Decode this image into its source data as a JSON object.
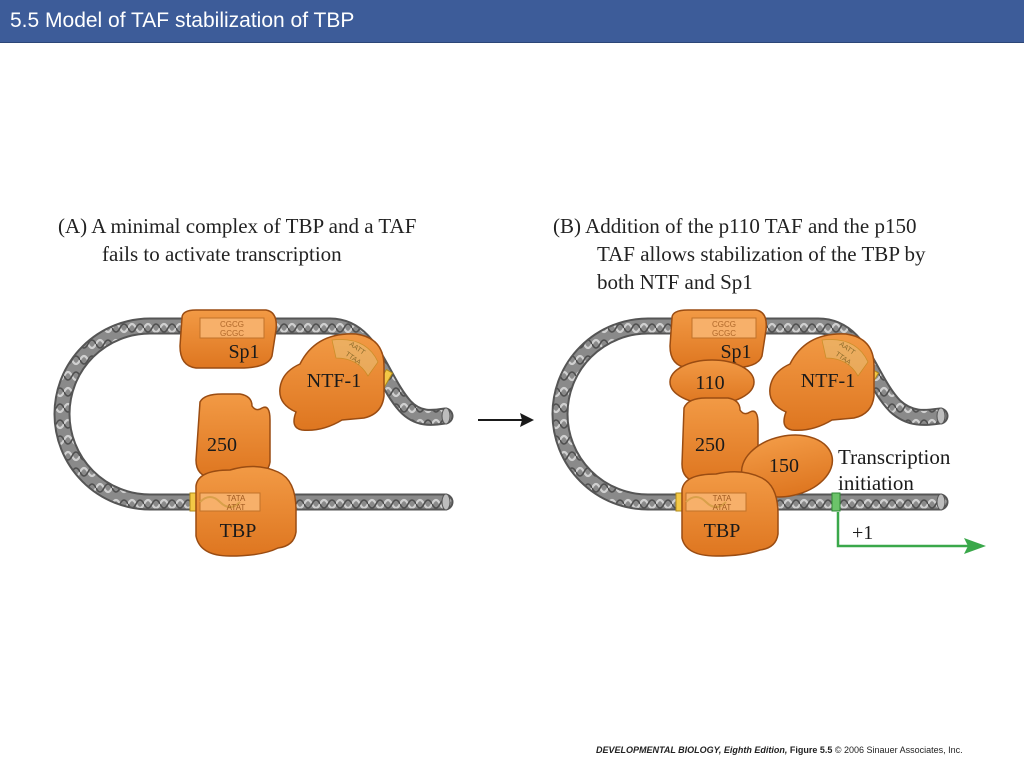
{
  "header": {
    "title": "5.5  Model of TAF stabilization of TBP"
  },
  "panel_a": {
    "caption_line1": "(A)  A minimal complex of TBP and a TAF",
    "caption_line2": "fails to activate transcription",
    "labels": {
      "sp1": "Sp1",
      "ntf1": "NTF-1",
      "taf250": "250",
      "tbp": "TBP",
      "gc_box_top": "CGCG",
      "gc_box_bottom": "GCGC",
      "at_box_top": "AATT",
      "at_box_bottom": "TTAA",
      "tata_top": "TATA",
      "tata_bottom": "ATAT"
    }
  },
  "panel_b": {
    "caption_line1": "(B)  Addition of the p110 TAF and the p150",
    "caption_line2": "TAF allows stabilization of the TBP by",
    "caption_line3": "both NTF and Sp1",
    "labels": {
      "sp1": "Sp1",
      "ntf1": "NTF-1",
      "taf110": "110",
      "taf250": "250",
      "taf150": "150",
      "tbp": "TBP",
      "gc_box_top": "CGCG",
      "gc_box_bottom": "GCGC",
      "at_box_top": "AATT",
      "at_box_bottom": "TTAA",
      "tata_top": "TATA",
      "tata_bottom": "ATAT",
      "transcription_line1": "Transcription",
      "transcription_line2": "initiation",
      "start_site": "+1"
    }
  },
  "footer": {
    "book": "DEVELOPMENTAL BIOLOGY, Eighth Edition,",
    "figure": "Figure 5.5",
    "copyright": "© 2006 Sinauer Associates, Inc."
  },
  "colors": {
    "title_bar": "#3d5c99",
    "protein_orange": "#e8852e",
    "protein_outline": "#9a4c12",
    "dna_gray": "#7a7a7a",
    "start_arrow": "#3aa84a"
  }
}
